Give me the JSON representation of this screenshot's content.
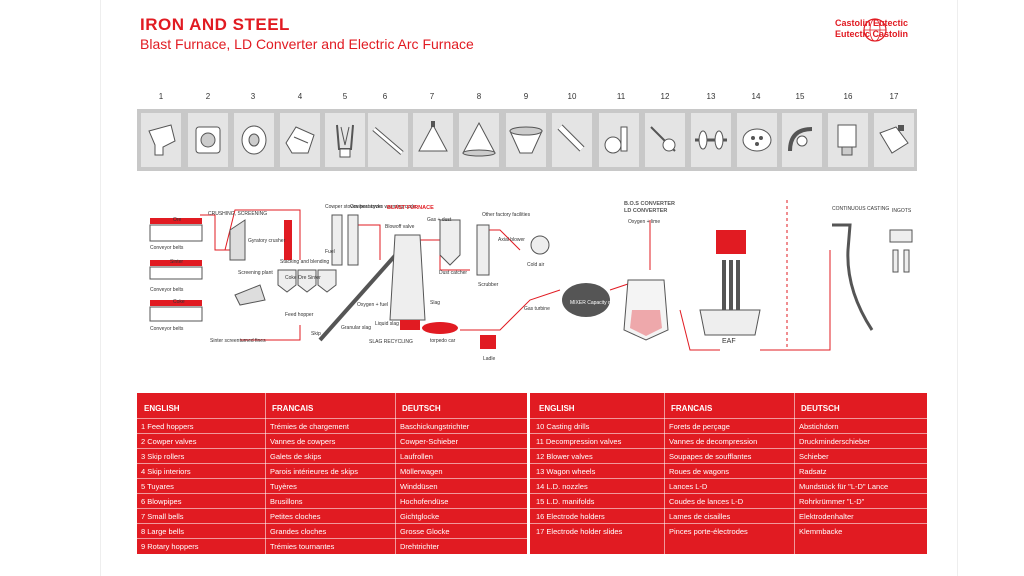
{
  "header": {
    "title": "IRON AND STEEL",
    "subtitle": "Blast Furnace, LD Converter and Electric Arc Furnace",
    "logo_line1": "Castolin Eutectic",
    "logo_line2": "Eutectic Castolin"
  },
  "parts_strip": {
    "numbers": [
      "1",
      "2",
      "3",
      "4",
      "5",
      "6",
      "7",
      "8",
      "9",
      "10",
      "11",
      "12",
      "13",
      "14",
      "15",
      "16",
      "17"
    ]
  },
  "diagram": {
    "labels": {
      "ore": "Ore",
      "sinter": "Sinter",
      "coke": "Coke",
      "conveyor_belts": "Conveyor belts",
      "crushing": "CRUSHING, SCREENING",
      "gyratory": "Gyratory crusher",
      "screening_plant": "Screening plant",
      "sinter_fines": "Sinter screenturned fines",
      "stacking": "Stacking and blending",
      "bins": "Coke  Ore  Sinter",
      "feed_hopper": "Feed hopper",
      "skip": "Skip",
      "cowper_heat": "Cowper stoves heat cycle",
      "cowper_warm": "Cowper stoves warming cycle",
      "fuel": "Fuel",
      "blast_furnace": "BLAST FURNACE",
      "blowoff": "Blowoff valve",
      "gas_dust": "Gas + dust",
      "dust_catcher": "Dust catcher",
      "scrubber": "Scrubber",
      "other_facilities": "Other factory facilities",
      "axial_blower": "Axial blower",
      "cold_air": "Cold air",
      "gas_turbine": "Gas turbine",
      "oxygen_fuel": "Oxygen + fuel",
      "slag": "Slag",
      "granular_slag": "Granular slag",
      "liquid_slag": "Liquid slag",
      "slag_recycling": "SLAG RECYCLING",
      "torpedo_car": "torpedo car",
      "ladle": "Ladle",
      "mixer": "MIXER Capacity mixer T",
      "bos_title": "B.O.S CONVERTER",
      "ld_title": "LD CONVERTER",
      "oxygen_lime": "Oxygen + lime",
      "eaf": "EAF",
      "continuous_casting": "CONTINUOUS CASTING",
      "ingots": "INGOTS"
    }
  },
  "tables": {
    "headers": {
      "english": "ENGLISH",
      "francais": "FRANCAIS",
      "deutsch": "DEUTSCH"
    },
    "left": [
      [
        "1 Feed hoppers",
        "Trémies de chargement",
        "Baschickungstrichter"
      ],
      [
        "2 Cowper valves",
        "Vannes de cowpers",
        "Cowper-Schieber"
      ],
      [
        "3 Skip rollers",
        "Galets de skips",
        "Laufrollen"
      ],
      [
        "4 Skip interiors",
        "Parois intérieures de skips",
        "Möllerwagen"
      ],
      [
        "5 Tuyares",
        "Tuyères",
        "Winddüsen"
      ],
      [
        "6 Blowpipes",
        "Brusillons",
        "Hochofendüse"
      ],
      [
        "7 Small bells",
        "Petites cloches",
        "Gichtglocke"
      ],
      [
        "8 Large bells",
        "Grandes cloches",
        "Grosse Glocke"
      ],
      [
        "9 Rotary hoppers",
        "Trémies tournantes",
        "Drehtrichter"
      ]
    ],
    "right": [
      [
        "10 Casting drills",
        "Forets de perçage",
        "Abstichdorn"
      ],
      [
        "11 Decompression valves",
        "Vannes de decompression",
        "Druckminderschieber"
      ],
      [
        "12 Blower valves",
        "Soupapes de soufflantes",
        "Schieber"
      ],
      [
        "13 Wagon wheels",
        "Roues de wagons",
        "Radsatz"
      ],
      [
        "14 L.D. nozzles",
        "Lances L-D",
        "Mundstück für \"L-D\" Lance"
      ],
      [
        "15 L.D. manifolds",
        "Coudes de lances L-D",
        "Rohrkrümmer \"L-D\""
      ],
      [
        "16 Electrode holders",
        "Lames de cisailles",
        "Elektrodenhalter"
      ],
      [
        "17 Electrode holder slides",
        "Pinces porte-électrodes",
        "Klemmbacke"
      ]
    ]
  },
  "colors": {
    "accent": "#e11b22",
    "strip_bg": "#c8c8c8",
    "cell_bg": "#e4e4e4",
    "line": "#e11b22"
  }
}
